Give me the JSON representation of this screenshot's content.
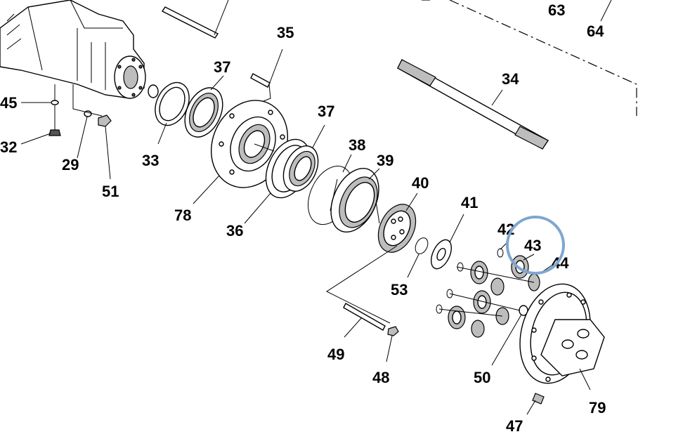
{
  "diagram": {
    "highlight_color": "#7fa6d0",
    "labels": {
      "l63": "63",
      "l64": "64",
      "l35": "35",
      "l37a": "37",
      "l34": "34",
      "l45": "45",
      "l32": "32",
      "l29": "29",
      "l33": "33",
      "l51": "51",
      "l37b": "37",
      "l38": "38",
      "l39": "39",
      "l40": "40",
      "l41": "41",
      "l78": "78",
      "l36": "36",
      "l42": "42",
      "l43": "43",
      "l44": "44",
      "l53": "53",
      "l49": "49",
      "l48": "48",
      "l50": "50",
      "l79": "79",
      "l47": "47"
    }
  }
}
